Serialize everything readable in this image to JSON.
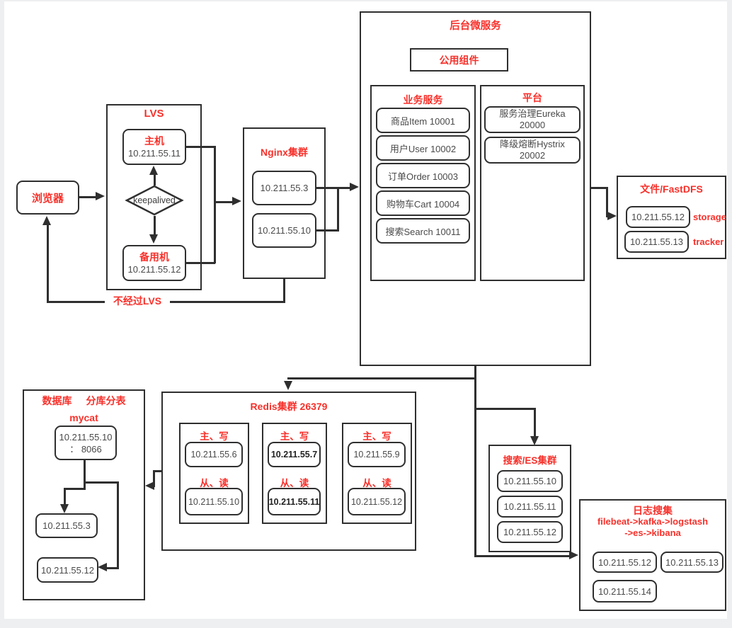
{
  "colors": {
    "accent_red": "#f8302a",
    "line_dark": "#2f2f2f",
    "ip_text": "#4a4a4a"
  },
  "browser": {
    "label": "浏览器"
  },
  "lvs": {
    "title": "LVS",
    "master_label": "主机",
    "master_ip": "10.211.55.11",
    "keepalived_label": "keepalived",
    "backup_label": "备用机",
    "backup_ip": "10.211.55.12"
  },
  "bypass_label": "不经过LVS",
  "nginx": {
    "title": "Nginx集群",
    "nodes": [
      "10.211.55.3",
      "10.211.55.10"
    ]
  },
  "backend": {
    "title": "后台微服务",
    "common_label": "公用组件",
    "business": {
      "title": "业务服务",
      "services": [
        "商品Item 10001",
        "用户User 10002",
        "订单Order 10003",
        "购物车Cart 10004",
        "搜索Search 10011"
      ]
    },
    "platform": {
      "title": "平台",
      "items": [
        {
          "name": "服务治理Eureka",
          "port": "20000"
        },
        {
          "name": "降级熔断Hystrix",
          "port": "20002"
        }
      ]
    }
  },
  "fastdfs": {
    "title": "文件/FastDFS",
    "nodes": [
      {
        "ip": "10.211.55.12",
        "role": "storage"
      },
      {
        "ip": "10.211.55.13",
        "role": "tracker"
      }
    ]
  },
  "database": {
    "title_left": "数据库",
    "title_right": "分库分表",
    "subtitle": "mycat",
    "proxy_ip": "10.211.55.10",
    "proxy_port": "： 8066",
    "nodes": [
      "10.211.55.3",
      "10.211.55.12"
    ]
  },
  "redis": {
    "title": "Redis集群 26379",
    "groups": [
      {
        "master_label": "主、写",
        "master_ip": "10.211.55.6",
        "slave_label": "从、读",
        "slave_ip": "10.211.55.10"
      },
      {
        "master_label": "主、写",
        "master_ip": "10.211.55.7",
        "slave_label": "从、读",
        "slave_ip": "10.211.55.11"
      },
      {
        "master_label": "主、写",
        "master_ip": "10.211.55.9",
        "slave_label": "从、读",
        "slave_ip": "10.211.55.12"
      }
    ]
  },
  "es": {
    "title": "搜索/ES集群",
    "nodes": [
      "10.211.55.10",
      "10.211.55.11",
      "10.211.55.12"
    ]
  },
  "logs": {
    "title": "日志搜集",
    "pipeline_line1": "filebeat->kafka->logstash",
    "pipeline_line2": "->es->kibana",
    "nodes": [
      "10.211.55.12",
      "10.211.55.13",
      "10.211.55.14"
    ]
  }
}
